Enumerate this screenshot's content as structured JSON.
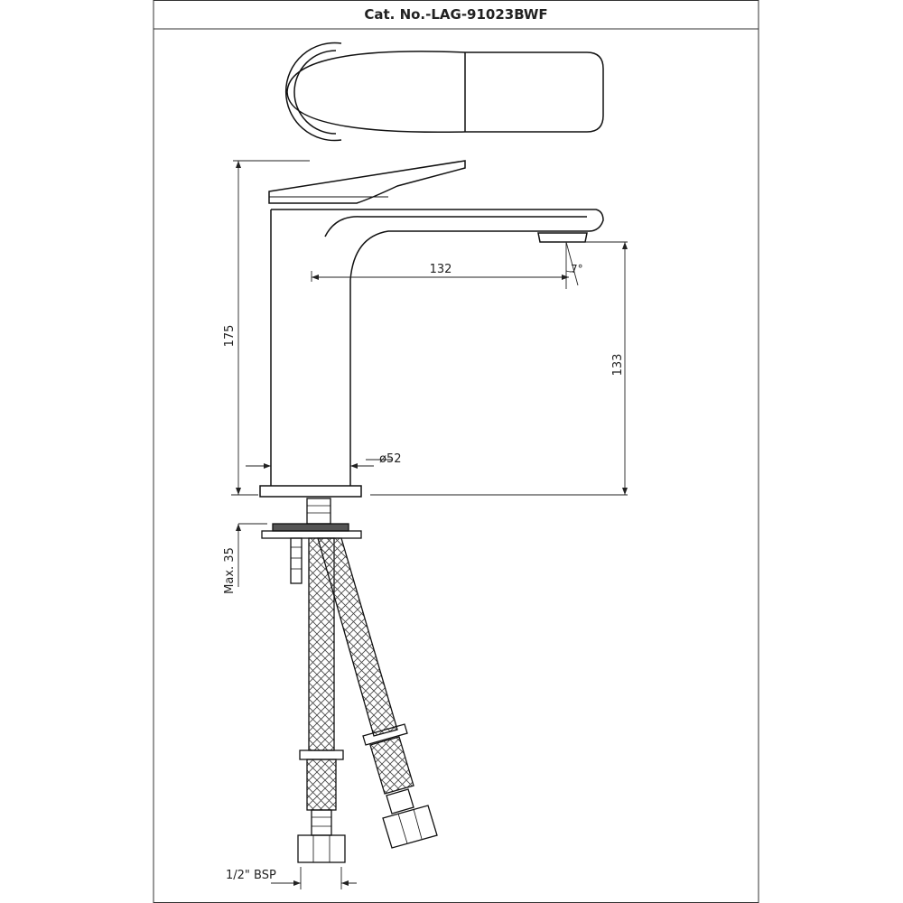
{
  "drawing": {
    "catalog_number": "Cat. No.-LAG-91023BWF",
    "dimensions": {
      "total_height": "175",
      "spout_reach": "132",
      "spout_height": "133",
      "base_diameter": "ø52",
      "spout_angle": "7°",
      "max_thickness": "Max. 35",
      "connection": "1/2\" BSP"
    }
  }
}
